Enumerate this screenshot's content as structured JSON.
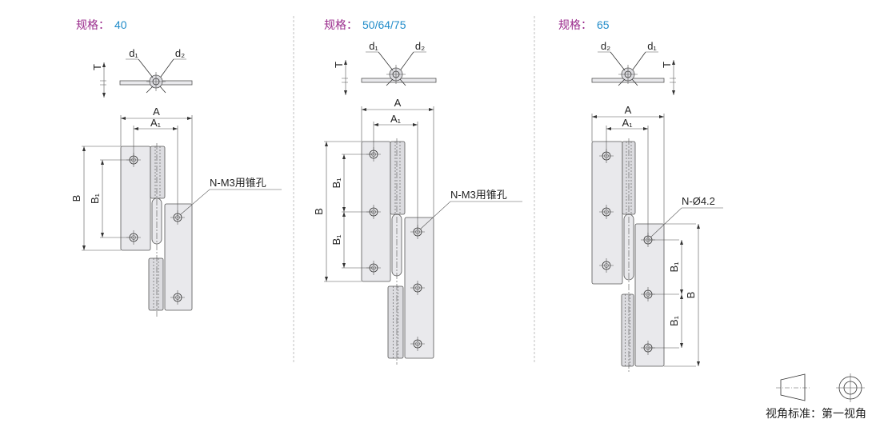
{
  "panels": [
    {
      "title_key": "规格：",
      "title_value": "40",
      "dims": {
        "T": "T",
        "d1": "d₁",
        "d2": "d₂",
        "A": "A",
        "A1": "A₁",
        "B": "B",
        "B1": "B₁"
      },
      "hole_note": "N-M3用锥孔"
    },
    {
      "title_key": "规格：",
      "title_value": "50/64/75",
      "dims": {
        "T": "T",
        "d1": "d₁",
        "d2": "d₂",
        "A": "A",
        "A1": "A₁",
        "B": "B",
        "B1": "B₁"
      },
      "hole_note": "N-M3用锥孔"
    },
    {
      "title_key": "规格：",
      "title_value": "65",
      "dims": {
        "T": "T",
        "d1": "d₁",
        "d2": "d₂",
        "A": "A",
        "A1": "A₁",
        "B": "B",
        "B1": "B₁"
      },
      "hole_note": "N-Ø4.2"
    }
  ],
  "projection": {
    "label": "视角标准：第一视角"
  },
  "colors": {
    "title_key": "#9a2b8c",
    "title_value": "#1f8bc9"
  }
}
